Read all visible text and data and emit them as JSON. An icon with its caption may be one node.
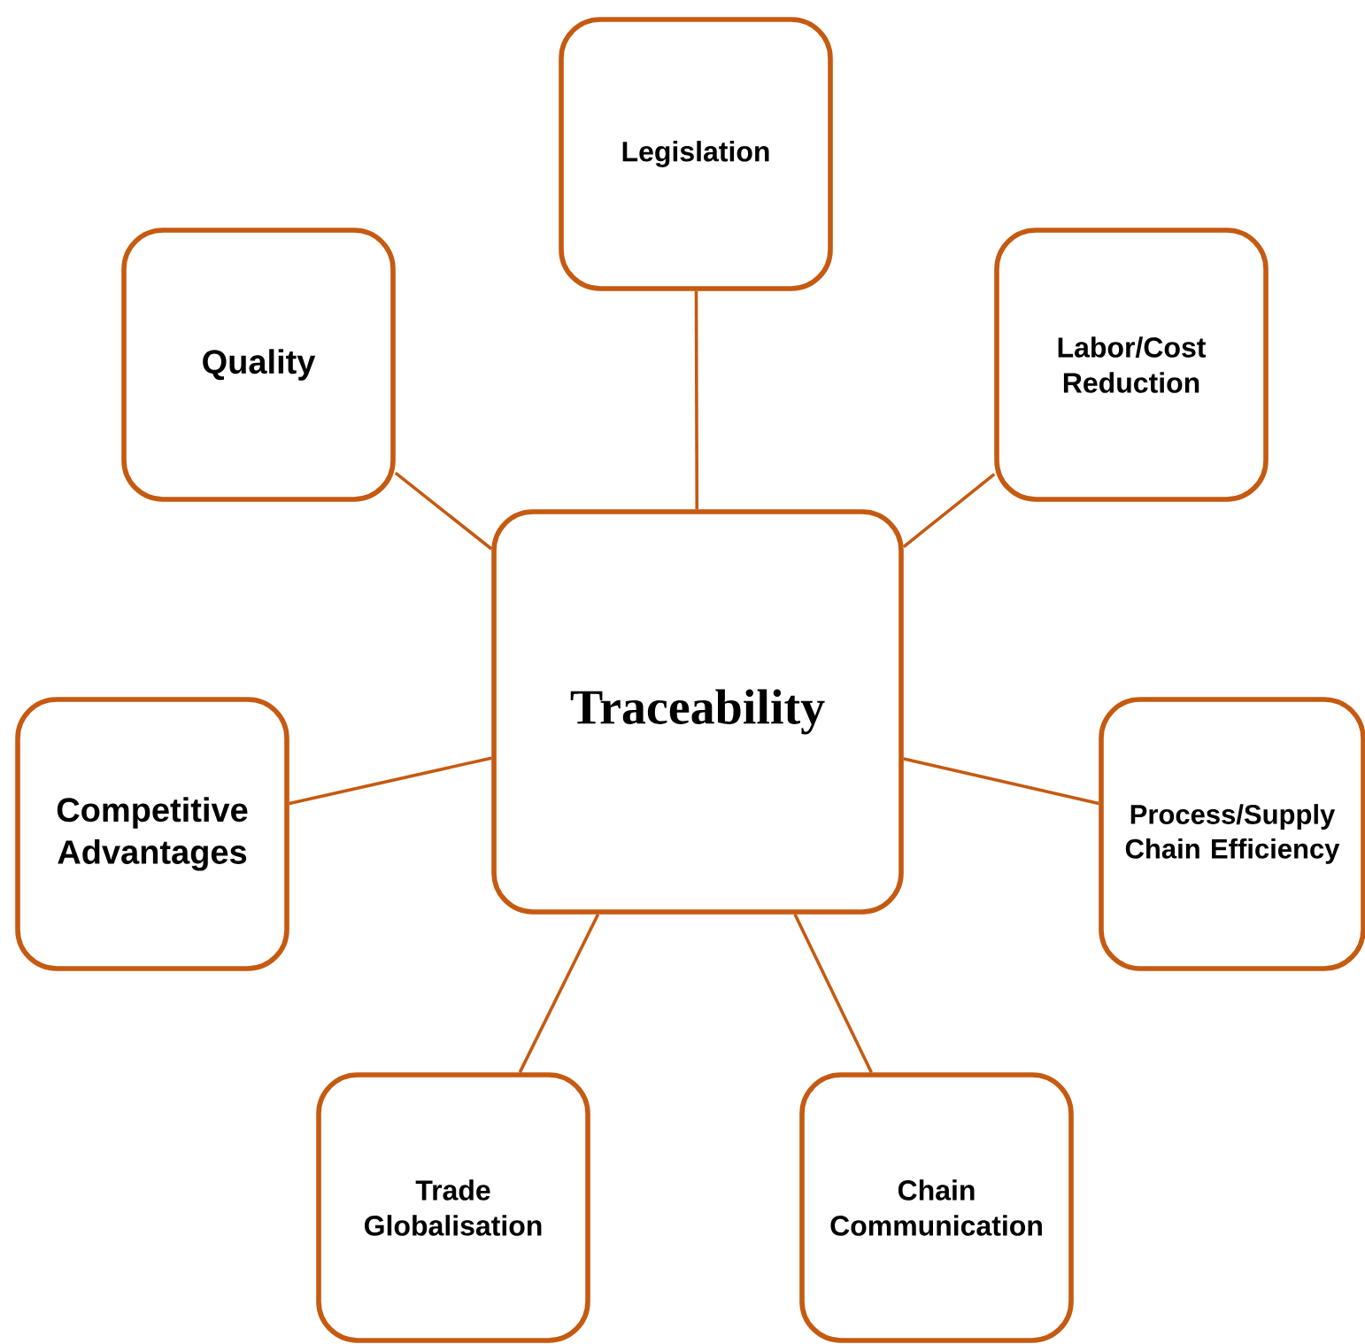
{
  "diagram": {
    "nodes": [
      {
        "text": [
          "Traceability"
        ]
      },
      {
        "text": [
          "Legislation"
        ]
      },
      {
        "text": [
          "Quality"
        ]
      },
      {
        "text": [
          "Labor/Cost Reduction"
        ]
      },
      {
        "text": [
          "Competitive Advantages"
        ]
      },
      {
        "text": [
          "Process/Supply Chain Efficiency"
        ]
      },
      {
        "text": [
          "Trade Globalisation"
        ]
      },
      {
        "text": [
          "Chain Communication"
        ]
      }
    ],
    "edges": [
      {
        "from": 0,
        "to": 1,
        "arrow": "none"
      },
      {
        "from": 0,
        "to": 2,
        "arrow": "none"
      },
      {
        "from": 0,
        "to": 3,
        "arrow": "none"
      },
      {
        "from": 0,
        "to": 4,
        "arrow": "none"
      },
      {
        "from": 0,
        "to": 5,
        "arrow": "none"
      },
      {
        "from": 0,
        "to": 6,
        "arrow": "none"
      },
      {
        "from": 0,
        "to": 7,
        "arrow": "none"
      }
    ]
  }
}
